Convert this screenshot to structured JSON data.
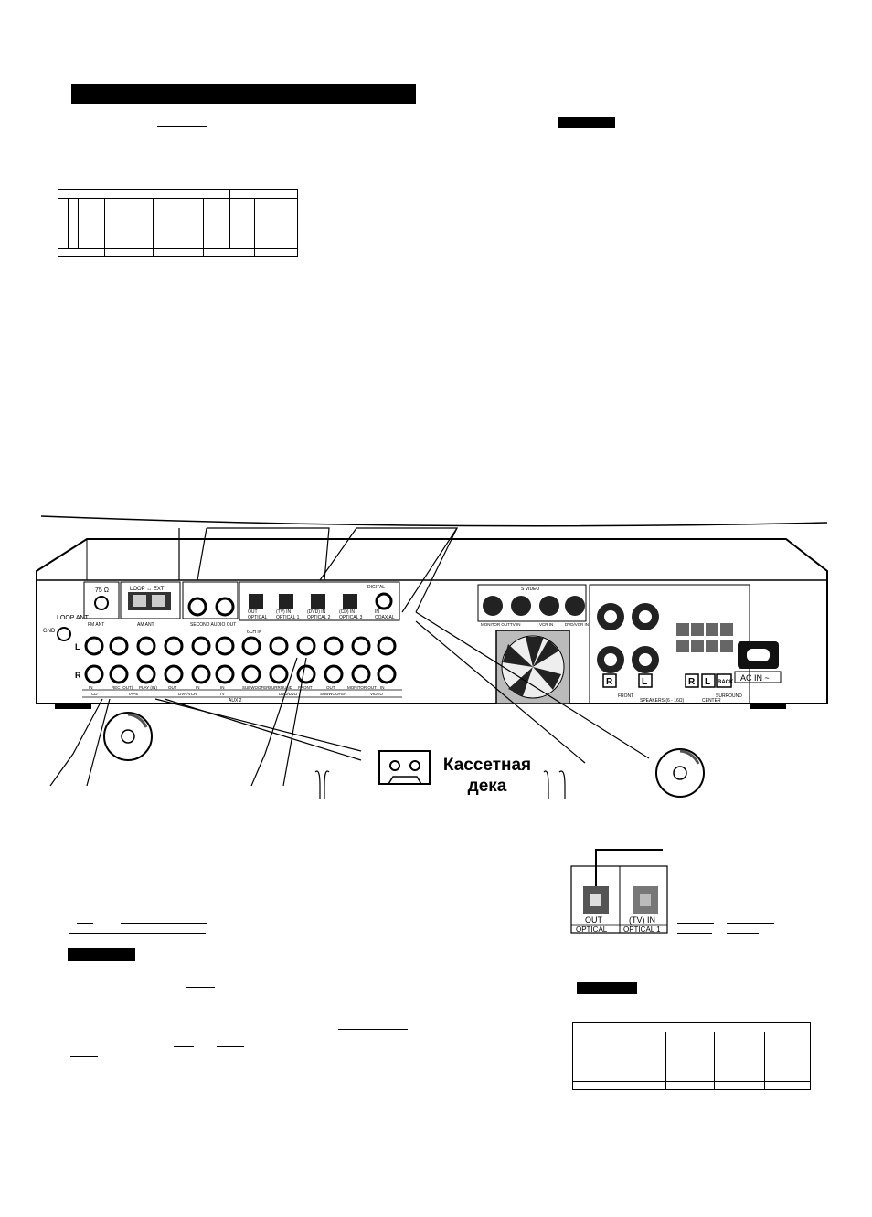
{
  "labels": {
    "cassette_deck": [
      "Кассетная",
      "дека"
    ]
  },
  "panel": {
    "fm_ant": "FM ANT",
    "am_ant": "AM ANT",
    "ohm": "75 Ω",
    "loop_ext": "LOOP ↔ EXT",
    "loop_ant": "LOOP ANT",
    "gnd": "GND",
    "second_audio_out": "SECOND AUDIO OUT",
    "digital": "DIGITAL",
    "s_video": "S VIDEO",
    "ac_in": "AC IN ~",
    "front": "FRONT",
    "center": "CENTER",
    "surround": "SURROUND",
    "speakers": "SPEAKERS (6 - 16Ω)",
    "channel_l": "L",
    "channel_r": "R",
    "back": "BACK",
    "optical_sockets": [
      {
        "top": "OUT",
        "bottom": "OPTICAL"
      },
      {
        "top": "(TV) IN",
        "bottom": "OPTICAL 1"
      },
      {
        "top": "(DVD) IN",
        "bottom": "OPTICAL 2"
      },
      {
        "top": "(CD) IN",
        "bottom": "OPTICAL 3"
      },
      {
        "top": "IN",
        "bottom": "COAXIAL"
      }
    ],
    "svideo_sockets": [
      "MONITOR OUT",
      "TV IN",
      "VCR IN",
      "DVD/VCR IN"
    ],
    "rca_lower_labels": [
      "IN",
      "REC (OUT)",
      "PLAY (IN)",
      "OUT",
      "IN",
      "IN",
      "SUBWOOFER",
      "SURROUND",
      "FRONT",
      "OUT",
      "MONITOR OUT",
      "IN"
    ],
    "group_labels": [
      "CD",
      "TAPE",
      "DVR/VCR",
      "TV",
      "DVD/DVD",
      "SUBWOOFER",
      "VIDEO"
    ],
    "aux": "AUX 2",
    "ch_6": "6CH IN"
  },
  "detail": {
    "out": "OUT",
    "tv_in": "(TV) IN",
    "optical": "OPTICAL",
    "optical1": "OPTICAL 1"
  }
}
